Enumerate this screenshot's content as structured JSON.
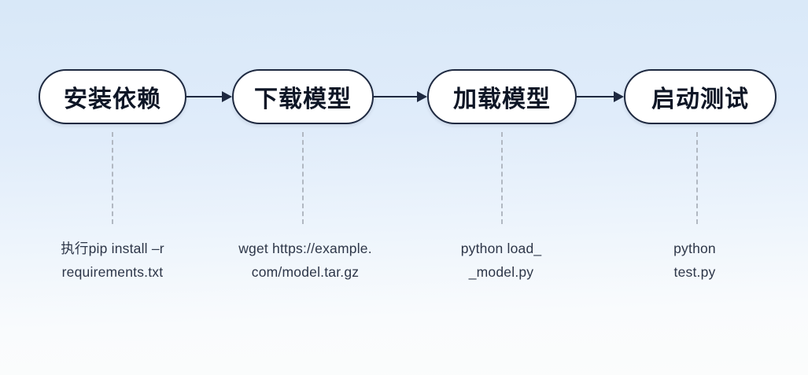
{
  "flowchart": {
    "title": "",
    "steps": [
      {
        "label": "安装依赖",
        "command_lines": [
          "执行pip install –r",
          "requirements.txt"
        ]
      },
      {
        "label": "下载模型",
        "command_lines": [
          "wget https://example.",
          "com/model.tar.gz"
        ]
      },
      {
        "label": "加载模型",
        "command_lines": [
          "python load_",
          "_model.py"
        ]
      },
      {
        "label": "启动测试",
        "command_lines": [
          "python",
          "test.py"
        ]
      }
    ],
    "colors": {
      "background_top": "#d8e8f8",
      "background_bottom": "#fbfcfc",
      "node_fill": "#ffffff",
      "node_border": "#1e2940",
      "node_text": "#0e1626",
      "arrow": "#1e2940",
      "dashed_line": "#b1b8c2",
      "caption_text": "#2d3648"
    }
  }
}
